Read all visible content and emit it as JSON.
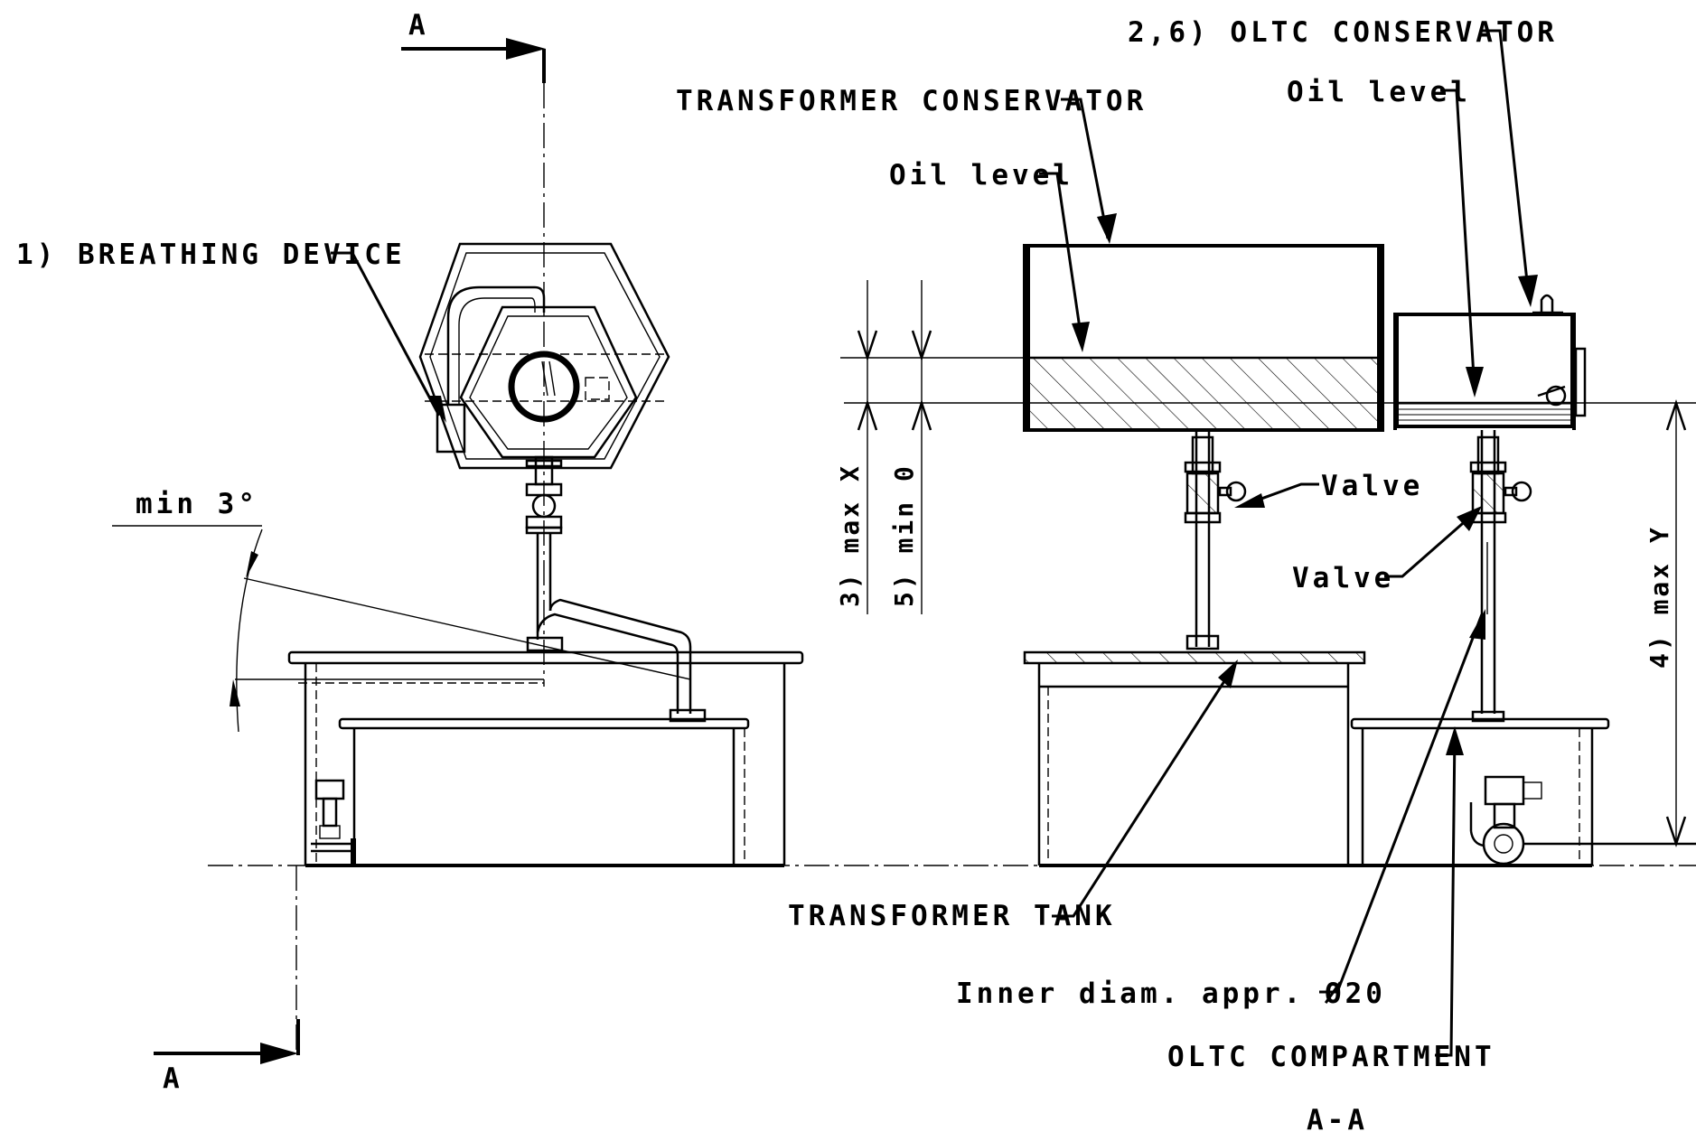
{
  "labels": {
    "breathing_device": "1) BREATHING DEVICE",
    "transformer_conservator": "TRANSFORMER CONSERVATOR",
    "oil_level_left": "Oil level",
    "oltc_conservator": "2,6) OLTC CONSERVATOR",
    "oil_level_right": "Oil level",
    "valve_left": "Valve",
    "valve_right": "Valve",
    "transformer_tank": "TRANSFORMER TANK",
    "inner_diam": "Inner diam. appr. Ø20",
    "oltc_compartment": "OLTC COMPARTMENT",
    "min_angle": "min 3°",
    "max_x": "3) max X",
    "min_0": "5) min 0",
    "max_y": "4) max Y",
    "section_a_top": "A",
    "section_a_bottom": "A",
    "section_view": "A-A"
  },
  "colors": {
    "line": "#000000",
    "background": "#ffffff"
  }
}
